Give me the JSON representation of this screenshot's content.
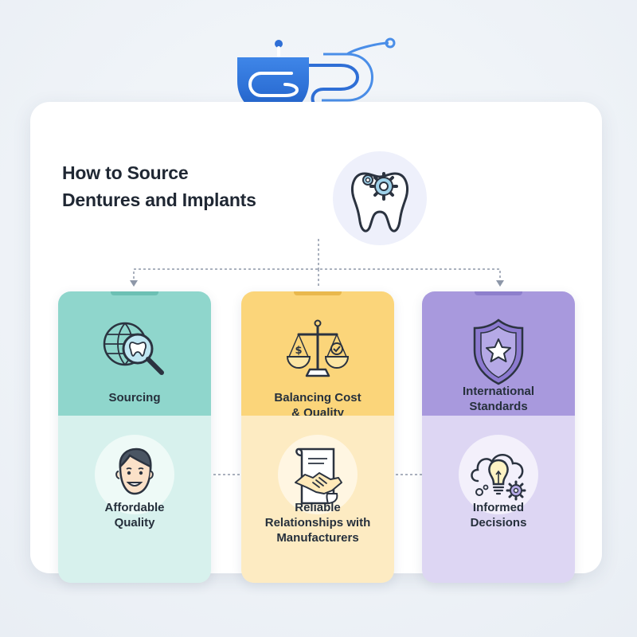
{
  "diagram": {
    "title_line1": "How to Source",
    "title_line2": "Dentures and Implants",
    "header_icon": "tooth-gear-icon",
    "logo_icon": "circuit-shield-logo-icon",
    "columns": [
      {
        "id": "sourcing",
        "top_label_line1": "Sourcing",
        "top_label_line2": "",
        "top_icon": "globe-magnifier-tooth-icon",
        "bottom_label_line1": "Affordable",
        "bottom_label_line2": "Quality",
        "bottom_label_line3": "",
        "bottom_icon": "smiling-face-icon",
        "colors": {
          "top": "#8fd6cc",
          "bottom": "#d7f1ed"
        }
      },
      {
        "id": "balancing",
        "top_label_line1": "Balancing Cost",
        "top_label_line2": "& Quality",
        "top_icon": "balance-scale-icon",
        "bottom_label_line1": "Reliable",
        "bottom_label_line2": "Relationships with",
        "bottom_label_line3": "Manufacturers",
        "bottom_icon": "handshake-document-icon",
        "colors": {
          "top": "#fbd57a",
          "bottom": "#fdebc2"
        }
      },
      {
        "id": "standards",
        "top_label_line1": "International",
        "top_label_line2": "Standards",
        "top_icon": "star-shield-icon",
        "bottom_label_line1": "Informed",
        "bottom_label_line2": "Decisions",
        "bottom_label_line3": "",
        "bottom_icon": "lightbulb-cloud-gear-icon",
        "colors": {
          "top": "#a899dd",
          "bottom": "#ddd6f3"
        }
      }
    ],
    "accent_colors": {
      "logo_blue": "#2f6fd6",
      "connector": "#8d97a8",
      "icon_stroke": "#2b3340"
    }
  }
}
